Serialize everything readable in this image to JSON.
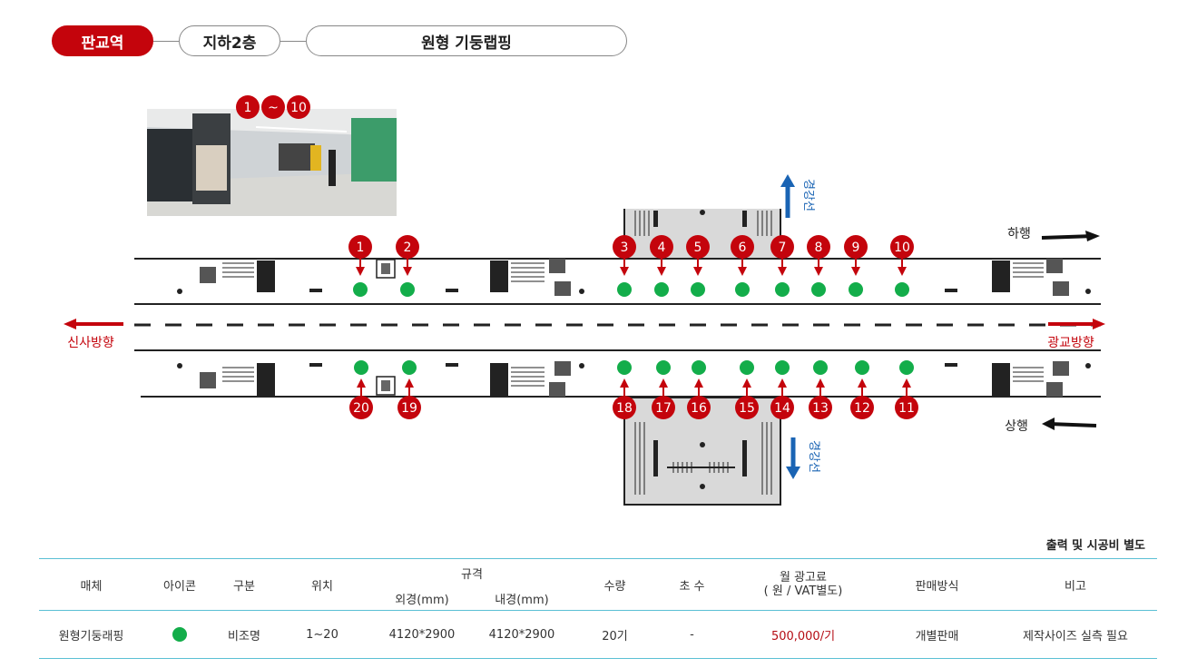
{
  "breadcrumb": {
    "station": "판교역",
    "floor": "지하2층",
    "media": "원형 기둥랩핑"
  },
  "photo": {
    "pin_labels": [
      "1",
      "~",
      "10"
    ]
  },
  "map": {
    "pins_top": [
      "1",
      "2",
      "3",
      "4",
      "5",
      "6",
      "7",
      "8",
      "9",
      "10"
    ],
    "pins_bottom": [
      "20",
      "19",
      "18",
      "17",
      "16",
      "15",
      "14",
      "13",
      "12",
      "11"
    ],
    "direction_left": "신사방향",
    "direction_right": "광교방향",
    "line_down": "하행",
    "line_up": "상행",
    "transfer_top": "경강선",
    "transfer_bottom": "경강선",
    "colors": {
      "accent_red": "#c4040c",
      "pin_green": "#13ad4a",
      "transfer_blue": "#1a64b4",
      "table_border": "#5bc0d4"
    }
  },
  "table": {
    "note": "출력 및 시공비 별도",
    "headers": {
      "media": "매체",
      "icon": "아이콘",
      "type": "구분",
      "location": "위치",
      "spec": "규격",
      "outer": "외경(mm)",
      "inner": "내경(mm)",
      "qty": "수량",
      "faces": "초 수",
      "price": "월 광고료\n( 원 / VAT별도)",
      "sale": "판매방식",
      "remark": "비고"
    },
    "rows": [
      {
        "media": "원형기둥래핑",
        "icon": "green-dot-icon",
        "type": "비조명",
        "location": "1~20",
        "outer": "4120*2900",
        "inner": "4120*2900",
        "qty": "20기",
        "faces": "-",
        "price": "500,000/기",
        "sale": "개별판매",
        "remark": "제작사이즈 실측 필요"
      }
    ]
  }
}
